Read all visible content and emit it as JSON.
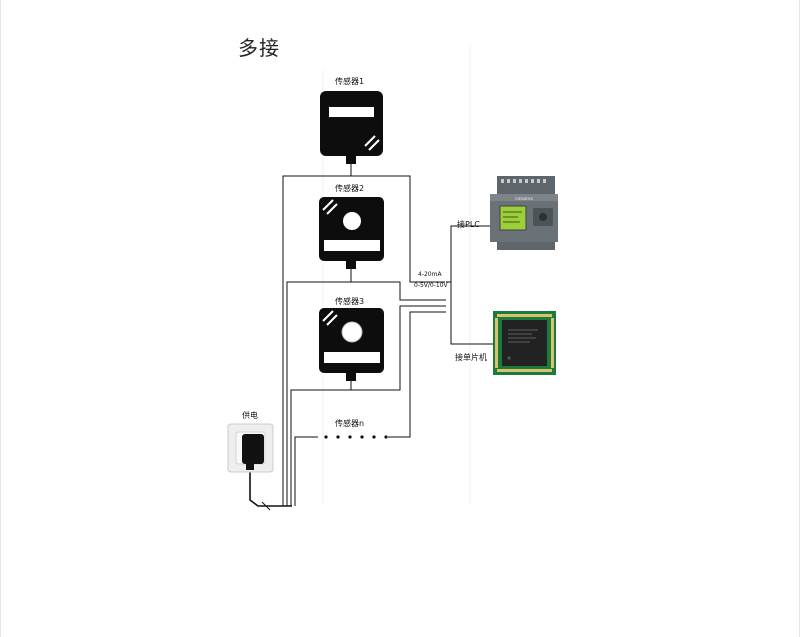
{
  "title": "多接",
  "sensors": [
    {
      "label": "传感器1"
    },
    {
      "label": "传感器2"
    },
    {
      "label": "传感器3"
    },
    {
      "label": "传感器n"
    }
  ],
  "power_label": "供电",
  "plc_label": "接PLC",
  "mcu_label": "接单片机",
  "signal": {
    "current": "4-20mA",
    "voltage": "0-5V/0-10V"
  },
  "plc_brand": "SIEMENS",
  "colors": {
    "device": "#0d0d0d",
    "plc_body": "#6a7177",
    "plc_screen": "#9ccd3a",
    "pcb": "#1d7a3e",
    "chip": "#222222"
  },
  "icons": {
    "sensor": "sensor-transmitter-icon",
    "outlet": "power-outlet-icon",
    "plc": "plc-module-icon",
    "mcu": "microcontroller-board-icon"
  }
}
